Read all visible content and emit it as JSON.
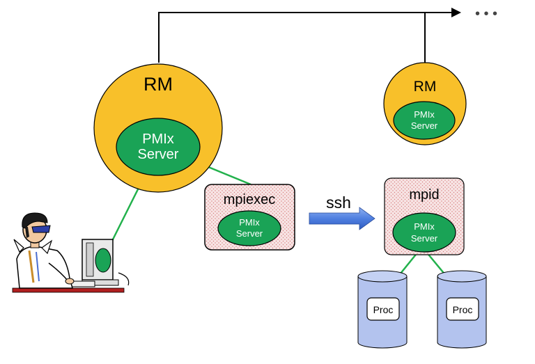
{
  "labels": {
    "rm_main": "RM",
    "rm_remote": "RM",
    "pmix_main_line1": "PMIx",
    "pmix_main_line2": "Server",
    "pmix_remote_line1": "PMIx",
    "pmix_remote_line2": "Server",
    "mpiexec": "mpiexec",
    "pmix_mpiexec_line1": "PMIx",
    "pmix_mpiexec_line2": "Server",
    "ssh": "ssh",
    "mpid": "mpid",
    "pmix_mpid_line1": "PMIx",
    "pmix_mpid_line2": "Server",
    "proc_left": "Proc",
    "proc_right": "Proc",
    "ellipsis": "• • •"
  },
  "colors": {
    "rm_fill": "#f8c02a",
    "pmix_fill": "#1aa356",
    "link_line": "#22b14c",
    "dot_box_fill": "#f7e4e4",
    "dot_color": "#d77b7b",
    "cylinder_fill": "#b3c3ee",
    "arrow_fill": "#4f7fe0"
  },
  "icons": {
    "user": "user-at-computer-icon"
  }
}
